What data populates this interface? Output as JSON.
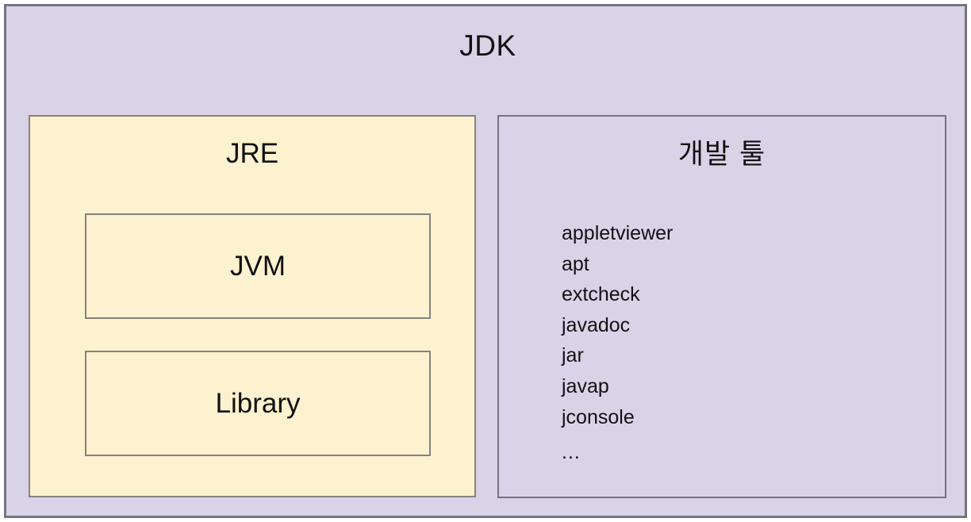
{
  "diagram": {
    "title": "JDK",
    "jdk": {
      "label": "JDK",
      "fill_color": "#d9d3e8",
      "border_color": "#76737f"
    },
    "jre": {
      "label": "JRE",
      "fill_color": "#fdf2cf",
      "border_color": "#86837c",
      "children": [
        {
          "label": "JVM"
        },
        {
          "label": "Library"
        }
      ]
    },
    "dev_tools": {
      "label": "개발 툴",
      "fill_color": "#d9d3e8",
      "border_color": "#76737f",
      "tools": [
        "appletviewer",
        "apt",
        "extcheck",
        "javadoc",
        "jar",
        "javap",
        "jconsole"
      ],
      "more_indicator": "..."
    }
  }
}
